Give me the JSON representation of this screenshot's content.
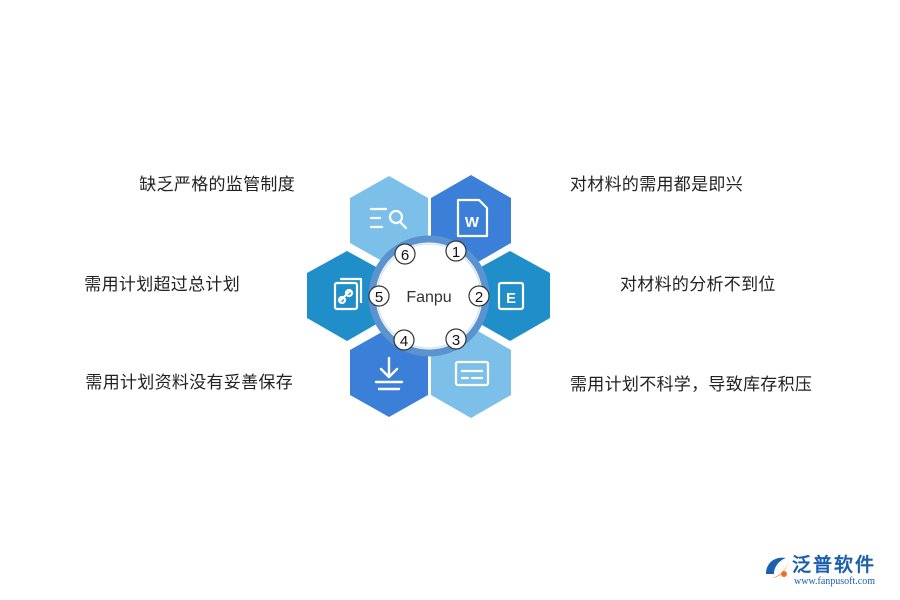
{
  "center": {
    "label": "Fanpu"
  },
  "items": [
    {
      "number": "1",
      "text": "对材料的需用都是即兴",
      "icon": "word-document-icon",
      "color": "#3b7fd9"
    },
    {
      "number": "2",
      "text": "对材料的分析不到位",
      "icon": "excel-document-icon",
      "color": "#1f8ec9"
    },
    {
      "number": "3",
      "text": "需用计划不科学，导致库存积压",
      "icon": "list-card-icon",
      "color": "#7cc0ea"
    },
    {
      "number": "4",
      "text": "需用计划资料没有妥善保存",
      "icon": "download-icon",
      "color": "#3b7fd9"
    },
    {
      "number": "5",
      "text": "需用计划超过总计划",
      "icon": "link-copy-icon",
      "color": "#1f8ec9"
    },
    {
      "number": "6",
      "text": "缺乏严格的监管制度",
      "icon": "search-list-icon",
      "color": "#7cc0ea"
    }
  ],
  "ring_color": "#5a93cf",
  "logo": {
    "name": "泛普软件",
    "url": "www.fanpusoft.com",
    "brand_color": "#1b5fae"
  }
}
